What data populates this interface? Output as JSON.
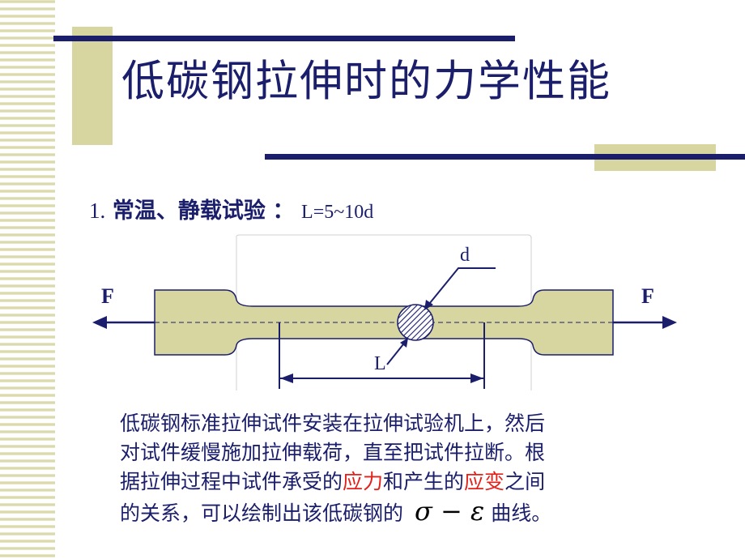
{
  "title": "低碳钢拉伸时的力学性能",
  "subtitle": {
    "number": "1.",
    "heading": "常温、静载试验",
    "separator": "：",
    "note": "L=5~10d"
  },
  "diagram": {
    "force_left": "F",
    "force_right": "F",
    "diameter_label": "d",
    "length_label": "L"
  },
  "paragraph": {
    "line1": "低碳钢标准拉伸试件安装在拉伸试验机上，然后",
    "line2": "对试件缓慢施加拉伸载荷，直至把试件拉断。根",
    "line3_a": "据拉伸过程中试件承受的",
    "line3_stress": "应力",
    "line3_b": "和产生的",
    "line3_strain": "应变",
    "line3_c": "之间",
    "line4_a": "的关系，可以绘制出该低碳钢的",
    "line4_math": "σ − ε",
    "line4_b": "曲线。"
  },
  "colors": {
    "text": "#1a1e6b",
    "highlight": "#e3211b",
    "specimen_fill": "#d8d6a0",
    "accent": "#d8d6a0",
    "rule": "#1a1e6b"
  }
}
